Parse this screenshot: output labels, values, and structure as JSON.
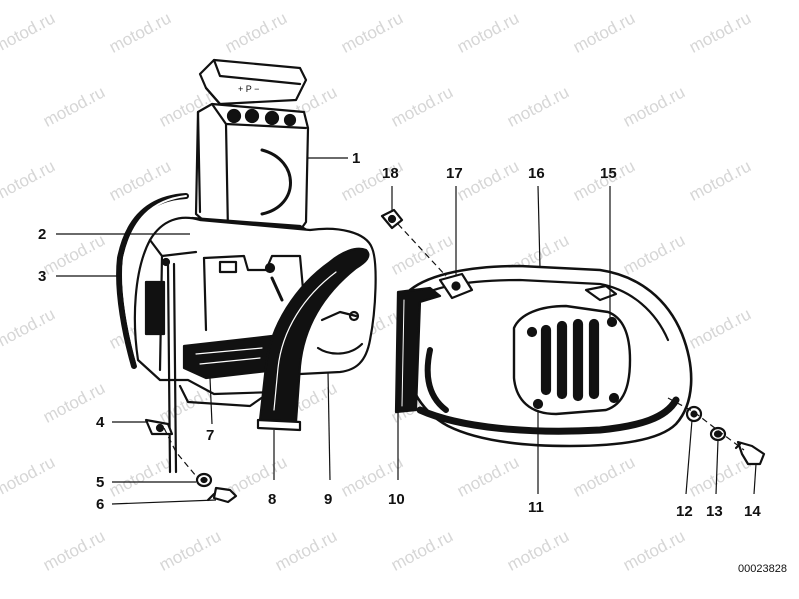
{
  "watermark": "motod.ru",
  "reference_number": "00023828",
  "battery_lid_marking": "+  P  −",
  "callouts": [
    {
      "id": "1",
      "label": "1"
    },
    {
      "id": "2",
      "label": "2"
    },
    {
      "id": "3",
      "label": "3"
    },
    {
      "id": "4",
      "label": "4"
    },
    {
      "id": "5",
      "label": "5"
    },
    {
      "id": "6",
      "label": "6"
    },
    {
      "id": "7",
      "label": "7"
    },
    {
      "id": "8",
      "label": "8"
    },
    {
      "id": "9",
      "label": "9"
    },
    {
      "id": "10",
      "label": "10"
    },
    {
      "id": "11",
      "label": "11"
    },
    {
      "id": "12",
      "label": "12"
    },
    {
      "id": "13",
      "label": "13"
    },
    {
      "id": "14",
      "label": "14"
    },
    {
      "id": "15",
      "label": "15"
    },
    {
      "id": "16",
      "label": "16"
    },
    {
      "id": "17",
      "label": "17"
    },
    {
      "id": "18",
      "label": "18"
    }
  ],
  "colors": {
    "ink": "#111111",
    "watermark": "#d6d6d6",
    "background": "#ffffff"
  }
}
